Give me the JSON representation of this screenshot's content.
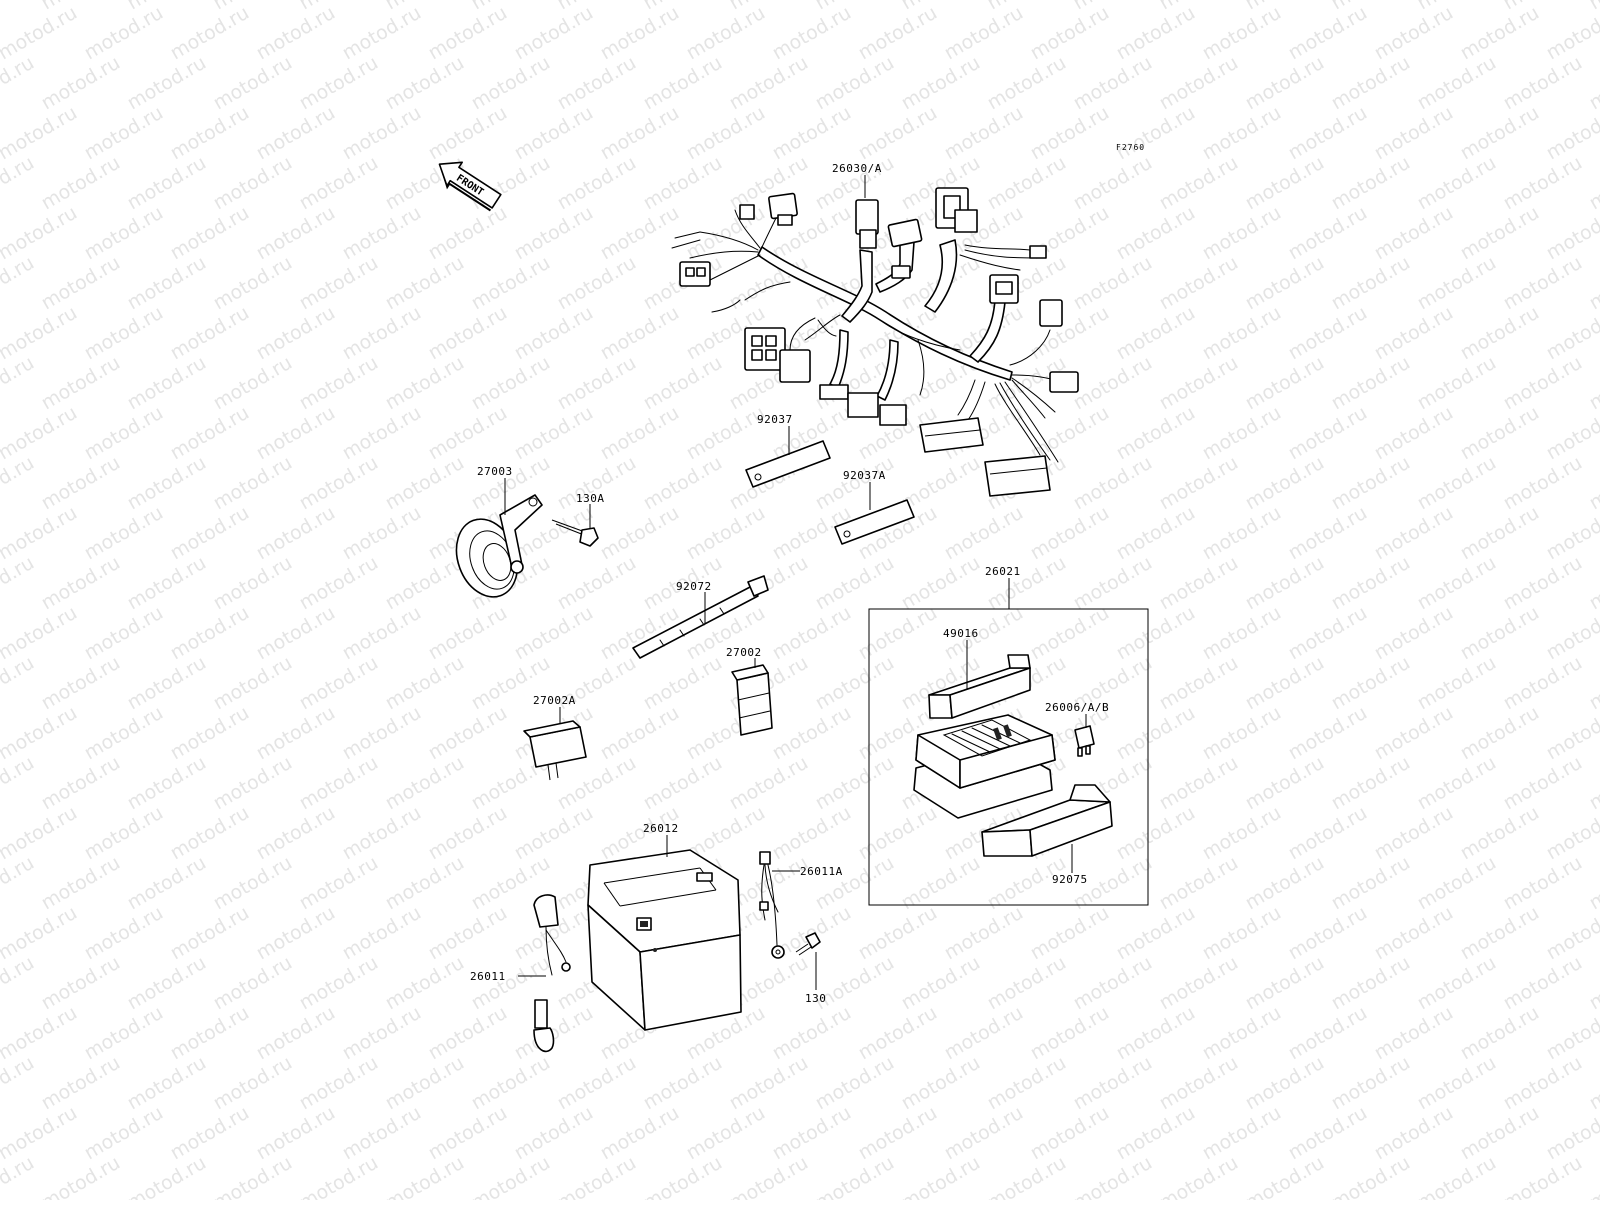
{
  "diagram": {
    "figure_code": "F2760",
    "watermark_text": "motod.ru",
    "front_arrow_text": "FRONT",
    "labels": [
      {
        "id": "wiring-harness",
        "text": "26030/A"
      },
      {
        "id": "bracket-a",
        "text": "92037"
      },
      {
        "id": "bracket-b",
        "text": "92037A"
      },
      {
        "id": "horn",
        "text": "27003"
      },
      {
        "id": "horn-bolt",
        "text": "130A"
      },
      {
        "id": "band",
        "text": "92072"
      },
      {
        "id": "relay",
        "text": "27002"
      },
      {
        "id": "relay-a",
        "text": "27002A"
      },
      {
        "id": "battery",
        "text": "26012"
      },
      {
        "id": "battery-lead-a",
        "text": "26011A"
      },
      {
        "id": "battery-lead",
        "text": "26011"
      },
      {
        "id": "battery-bolt",
        "text": "130"
      },
      {
        "id": "junction-box",
        "text": "26021"
      },
      {
        "id": "cover",
        "text": "49016"
      },
      {
        "id": "fuse",
        "text": "26006/A/B"
      },
      {
        "id": "cover-lower",
        "text": "92075"
      }
    ]
  }
}
